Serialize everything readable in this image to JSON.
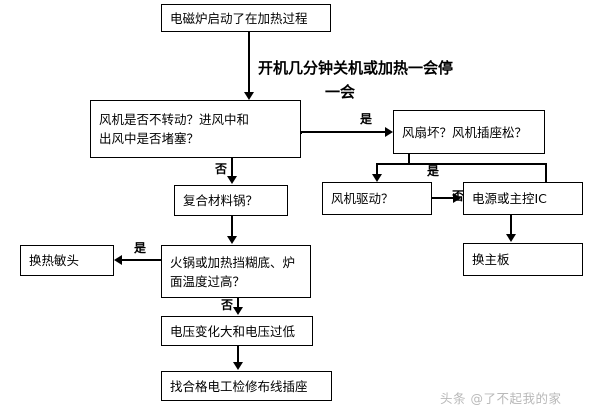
{
  "diagram": {
    "title_overlay_line1": "开机几分钟关机或加热一会停",
    "title_overlay_line2": "一会",
    "nodes": {
      "start": "电磁炉启动了在加热过程",
      "fan_check": "风机是否不转动？进风中和\n出风中是否堵塞？",
      "fan_broken": "风扇坏？风机插座松？",
      "fan_drive": "风机驱动？",
      "power_ic": "电源或主控IC",
      "replace_board": "换主板",
      "composite_pot": "复合材料锅？",
      "hotpot_temp": "火锅或加热挡糊底、炉\n面温度过高？",
      "replace_thermistor": "换热敏头",
      "voltage_issue": "电压变化大和电压过低",
      "call_electrician": "找合格电工检修布线插座"
    },
    "edge_labels": {
      "fan_check_yes": "是",
      "fan_check_no": "否",
      "fan_drive_yes": "是",
      "fan_drive_no": "否",
      "hotpot_yes": "是",
      "hotpot_no": "否"
    },
    "watermark": "头条 @了不起我的家",
    "colors": {
      "line": "#000000",
      "text": "#000000",
      "background": "#ffffff",
      "watermark": "#b9b9b9"
    }
  }
}
